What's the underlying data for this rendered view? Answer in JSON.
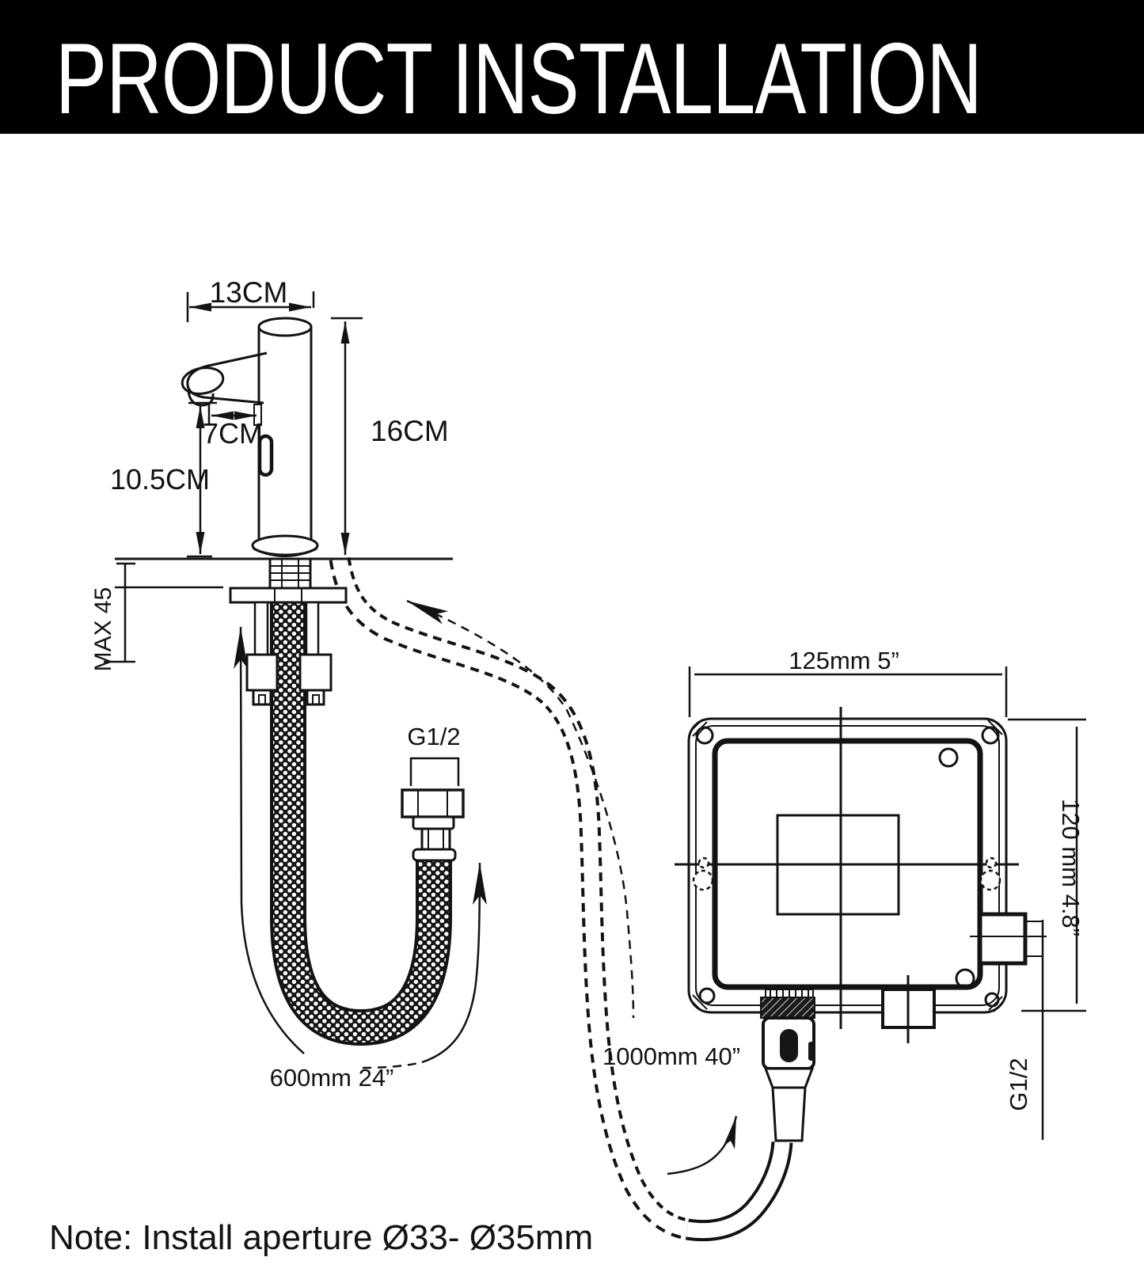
{
  "page": {
    "background": "#ffffff",
    "ink_color": "#131313"
  },
  "header": {
    "title": "PRODUCT INSTALLATION",
    "bg_color": "#000000",
    "text_color": "#ffffff"
  },
  "faucet_dims": {
    "top_width": "13CM",
    "body_height": "16CM",
    "spout_reach": "7CM",
    "spout_height": "10.5CM",
    "counter_max_thickness": "MAX 45"
  },
  "supply_hose": {
    "thread_label": "G1/2",
    "length_label": "600mm 24”"
  },
  "sensor_cable": {
    "length_label": "1000mm 40”"
  },
  "control_box": {
    "width_label": "125mm 5”",
    "height_label": "120 mm 4.8”",
    "outlet_thread_label": "G1/2"
  },
  "note": {
    "text": "Note: Install aperture Ø33- Ø35mm"
  }
}
